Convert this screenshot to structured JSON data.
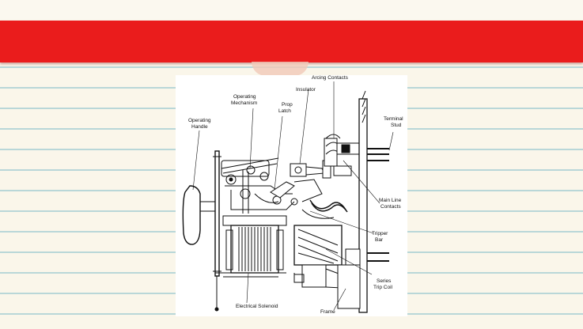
{
  "slide": {
    "colors": {
      "band": "#ea1c1c",
      "paper": "#faf6ea",
      "rule": "#b9d7d8"
    }
  },
  "diagram": {
    "labels": {
      "arcing_contacts": "Arcing Contacts",
      "insulator": "Insulator",
      "operating_mechanism_1": "Operating",
      "operating_mechanism_2": "Mechanism",
      "prop_latch_1": "Prop",
      "prop_latch_2": "Latch",
      "operating_handle_1": "Operating",
      "operating_handle_2": "Handle",
      "terminal_stud_1": "Terminal",
      "terminal_stud_2": "Stud",
      "main_line_contacts_1": "Main Line",
      "main_line_contacts_2": "Contacts",
      "tripper_bar_1": "Tripper",
      "tripper_bar_2": "Bar",
      "series_trip_coil_1": "Series",
      "series_trip_coil_2": "Trip Coil",
      "electrical_solenoid": "Electrical Solenoid",
      "frame": "Frame"
    }
  }
}
